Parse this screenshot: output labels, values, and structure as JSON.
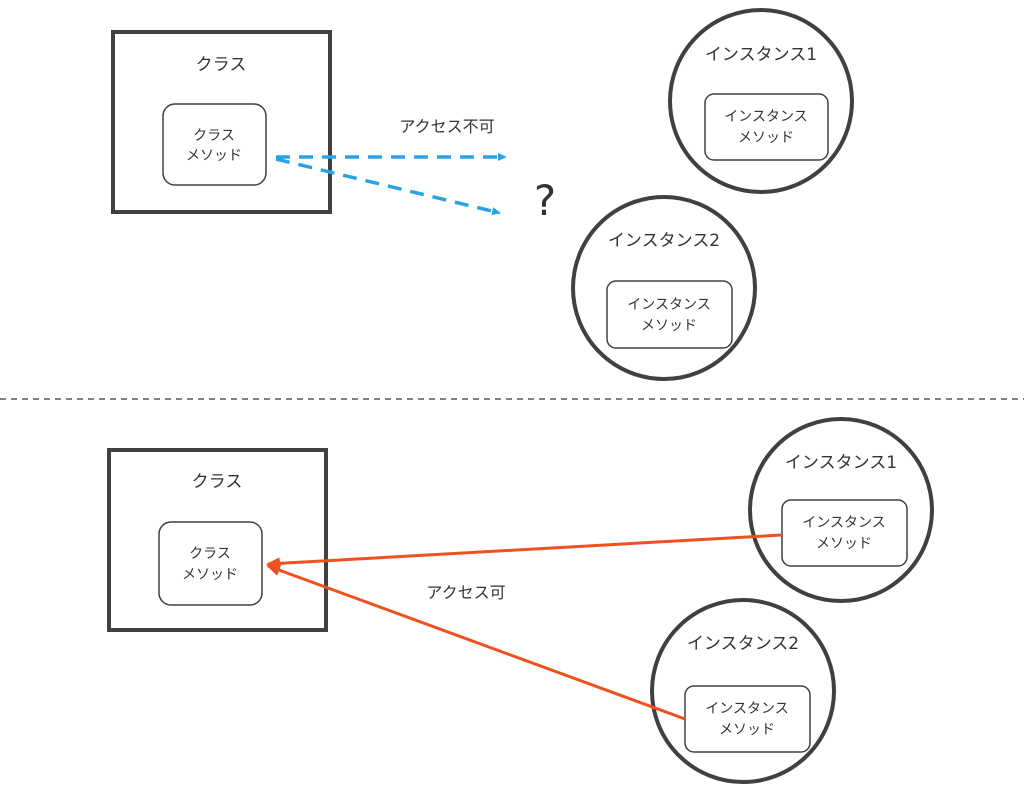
{
  "top_panel": {
    "class_box": {
      "title": "クラス",
      "method_line1": "クラス",
      "method_line2": "メソッド"
    },
    "access_label": "アクセス不可",
    "question_mark": "?",
    "instance1": {
      "title": "インスタンス1",
      "method_line1": "インスタンス",
      "method_line2": "メソッド"
    },
    "instance2": {
      "title": "インスタンス2",
      "method_line1": "インスタンス",
      "method_line2": "メソッド"
    },
    "arrow_color": "#29a3e6"
  },
  "bottom_panel": {
    "class_box": {
      "title": "クラス",
      "method_line1": "クラス",
      "method_line2": "メソッド"
    },
    "access_label": "アクセス可",
    "instance1": {
      "title": "インスタンス1",
      "method_line1": "インスタンス",
      "method_line2": "メソッド"
    },
    "instance2": {
      "title": "インスタンス2",
      "method_line1": "インスタンス",
      "method_line2": "メソッド"
    },
    "arrow_color": "#f0501e"
  }
}
